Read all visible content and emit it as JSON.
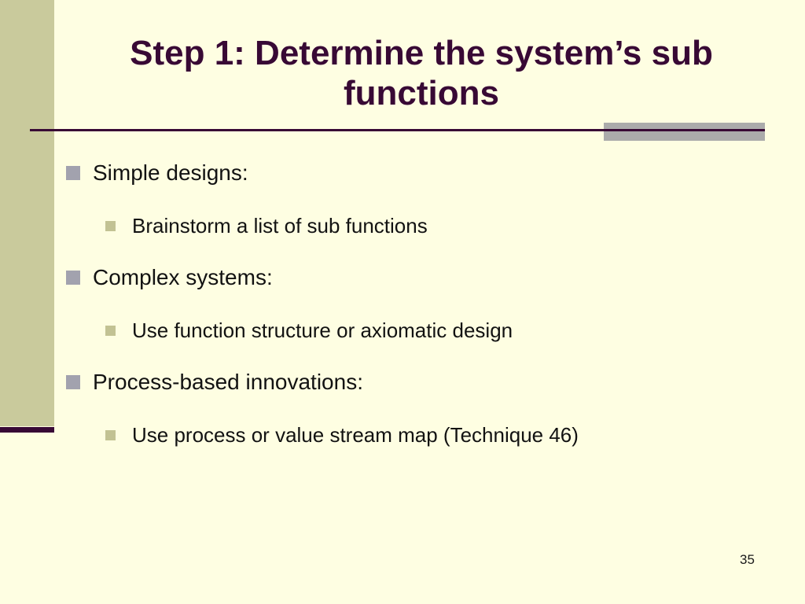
{
  "slide": {
    "title_lines": [
      "Step 1: Determine the system’s sub",
      "functions"
    ],
    "bullets": [
      {
        "level": 1,
        "text": "Simple designs:"
      },
      {
        "level": 2,
        "text": "Brainstorm a list of sub functions"
      },
      {
        "level": 1,
        "text": "Complex systems:"
      },
      {
        "level": 2,
        "text": "Use function structure or axiomatic design"
      },
      {
        "level": 1,
        "text": "Process-based innovations:"
      },
      {
        "level": 2,
        "text": "Use process or value stream map (Technique 46)"
      }
    ],
    "page_number": "35",
    "colors": {
      "background": "#FEFEE2",
      "sidebar": "#C9CA9C",
      "title_text": "#380935",
      "rule": "#380935",
      "accent_gray": "#ABABAB",
      "bullet_level1": "#A2A2AE",
      "bullet_level2": "#C2C293",
      "body_text": "#121212"
    }
  }
}
